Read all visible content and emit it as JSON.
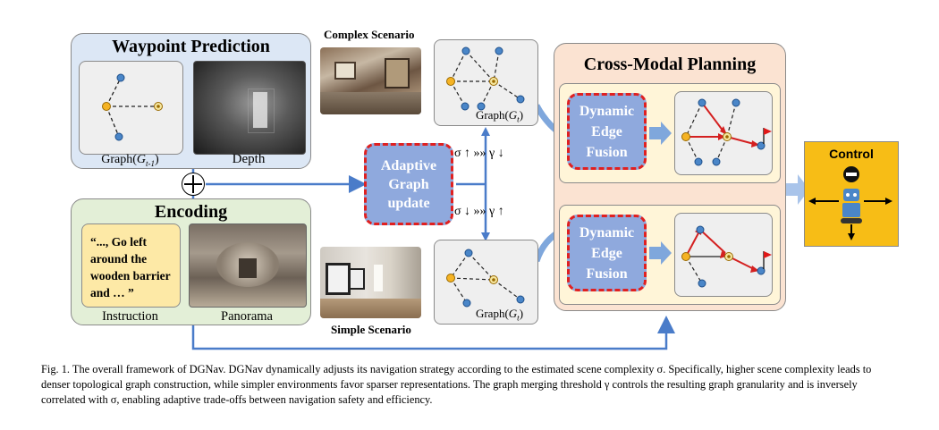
{
  "waypoint": {
    "title": "Waypoint Prediction",
    "graph_label": "Graph(",
    "graph_label_var": "G",
    "graph_label_sub": "t-1",
    "depth_label": "Depth"
  },
  "encoding": {
    "title": "Encoding",
    "instruction_text": "“..., Go left around the wooden barrier and … ”",
    "instruction_label": "Instruction",
    "panorama_label": "Panorama"
  },
  "scenarios": {
    "complex": "Complex Scenario",
    "simple": "Simple Scenario",
    "graph_prefix": "Graph(",
    "graph_var": "G",
    "graph_sub": "t"
  },
  "adaptive": {
    "label": "Adaptive Graph update",
    "rule_top": "σ ↑ »» γ ↓",
    "rule_bottom": "σ ↓ »» γ ↑"
  },
  "cross_modal": {
    "title": "Cross-Modal  Planning",
    "fusion_label": "Dynamic Edge Fusion"
  },
  "control": {
    "title": "Control"
  },
  "caption": "Fig. 1.  The overall framework of DGNav. DGNav dynamically adjusts its navigation strategy according to the estimated scene complexity σ. Specifically, higher scene complexity leads to denser topological graph construction, while simpler environments favor sparser representations. The graph merging threshold γ controls the resulting graph granularity and is inversely correlated with σ, enabling adaptive trade-offs between navigation safety and efficiency.",
  "colors": {
    "waypoint_bg": "#dce7f5",
    "encoding_bg": "#e3efd7",
    "cross_modal_bg": "#fbe3d2",
    "fusion_bg": "#8fa9dd",
    "control_bg": "#f7bd16",
    "arrow": "#4a7cc9",
    "dash_red": "#e02020",
    "node_blue": "#4a86c8",
    "node_yellow": "#f5b324"
  }
}
